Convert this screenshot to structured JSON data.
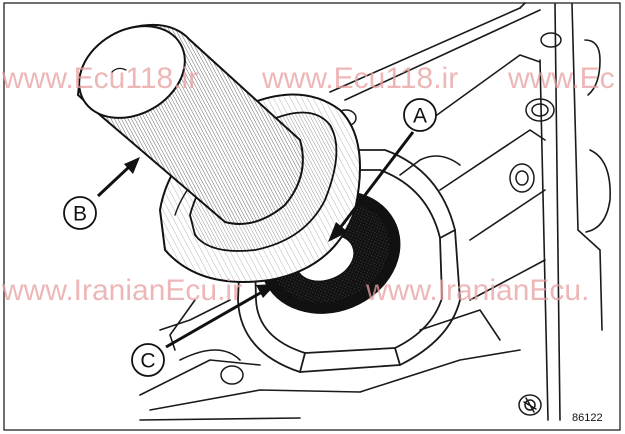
{
  "figure": {
    "callouts": {
      "a": "A",
      "b": "B",
      "c": "C"
    },
    "figure_number": "86122",
    "watermarks": [
      "www.Ecu118.ir",
      "www.Ecu118.ir",
      "www.Ec",
      "www.IranianEcu.ir",
      "www.IranianEcu."
    ],
    "colors": {
      "line": "#1a1a1a",
      "watermark": "#e8a0a0",
      "background": "#ffffff"
    }
  }
}
